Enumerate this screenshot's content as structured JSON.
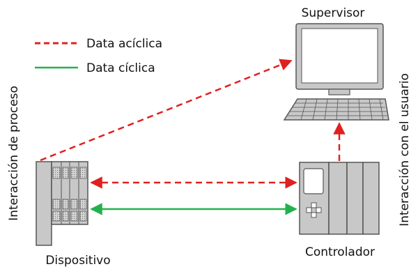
{
  "legend": {
    "acyclic": {
      "label": "Data acíclica",
      "color": "#e02020",
      "style": "dashed"
    },
    "cyclic": {
      "label": "Data cíclica",
      "color": "#22b24c",
      "style": "solid"
    }
  },
  "nodes": {
    "supervisor": "Supervisor",
    "device": "Dispositivo",
    "controller": "Controlador"
  },
  "side_labels": {
    "left": "Interacción de proceso",
    "right": "Interacción con el usuario"
  },
  "colors": {
    "equipment_fill": "#c8c8c8",
    "equipment_stroke": "#555555",
    "screen_fill": "#ffffff"
  }
}
